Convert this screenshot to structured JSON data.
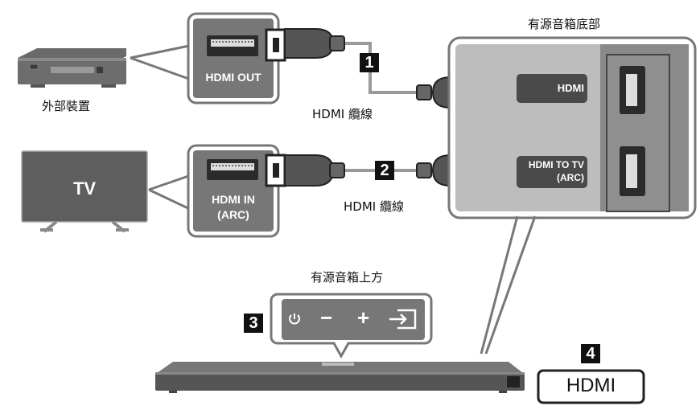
{
  "labels": {
    "external_device": "外部裝置",
    "tv": "TV",
    "hdmi_out": "HDMI OUT",
    "hdmi_in_line1": "HDMI IN",
    "hdmi_in_line2": "(ARC)",
    "cable_1": "HDMI 纜線",
    "cable_2": "HDMI 纜線",
    "rear_title": "有源音箱底部",
    "rear_port_hdmi": "HDMI",
    "rear_port_tv_line1": "HDMI TO TV",
    "rear_port_tv_line2": "(ARC)",
    "top_title": "有源音箱上方",
    "big_hdmi": "HDMI"
  },
  "steps": [
    "1",
    "2",
    "3",
    "4"
  ],
  "buttons": {
    "power_icon": "power-icon",
    "minus": "−",
    "plus": "+",
    "source_icon": "source-icon"
  },
  "colors": {
    "panel_gray": "#777777",
    "port_dark": "#4a4a4a",
    "cable_gray": "#9a9a9a",
    "soundbar": "#555555",
    "tv_screen": "#5e5e5e"
  }
}
